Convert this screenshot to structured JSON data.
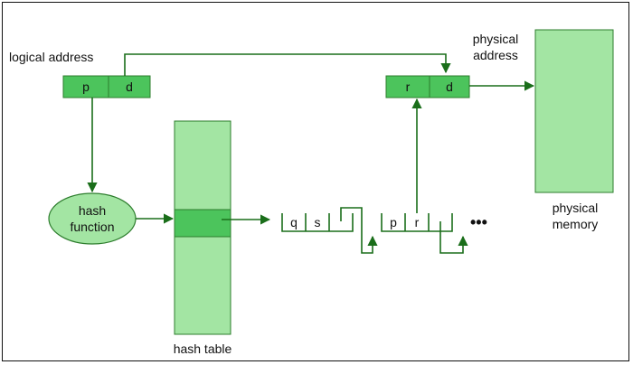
{
  "labels": {
    "logical_address": "logical address",
    "physical_address_line1": "physical",
    "physical_address_line2": "address",
    "hash_function_line1": "hash",
    "hash_function_line2": "function",
    "hash_table": "hash table",
    "physical_memory_line1": "physical",
    "physical_memory_line2": "memory",
    "ellipsis": "•••"
  },
  "logical_cells": {
    "p": "p",
    "d": "d"
  },
  "physical_cells": {
    "r": "r",
    "d": "d"
  },
  "chain": {
    "node1": {
      "q": "q",
      "s": "s"
    },
    "node2": {
      "p": "p",
      "r": "r"
    }
  },
  "colors": {
    "green_dark": "#3fb950",
    "green_cell": "#4cc45c",
    "green_light": "#a3e5a3",
    "line": "#1a6e1a",
    "border": "#2d7d2d"
  }
}
